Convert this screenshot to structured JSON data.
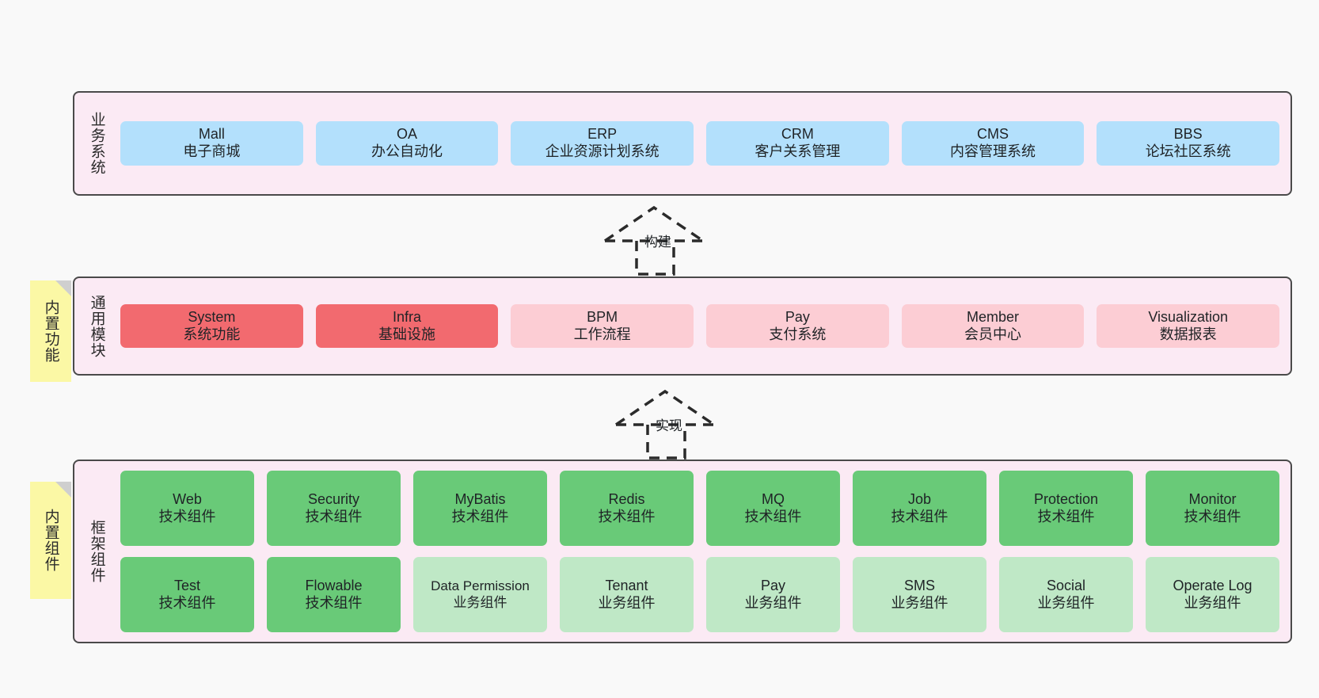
{
  "diagram": {
    "background_color": "#f9f9f9",
    "layer_fill": "#fbeaf4",
    "layer_border": "#4a4a4a"
  },
  "layers": [
    {
      "id": "business-systems",
      "title": "业务系统",
      "nodes": [
        {
          "en": "Mall",
          "cn": "电子商城",
          "color": "#b3e0fc",
          "style": "blue"
        },
        {
          "en": "OA",
          "cn": "办公自动化",
          "color": "#b3e0fc",
          "style": "blue"
        },
        {
          "en": "ERP",
          "cn": "企业资源计划系统",
          "color": "#b3e0fc",
          "style": "blue"
        },
        {
          "en": "CRM",
          "cn": "客户关系管理",
          "color": "#b3e0fc",
          "style": "blue"
        },
        {
          "en": "CMS",
          "cn": "内容管理系统",
          "color": "#b3e0fc",
          "style": "blue"
        },
        {
          "en": "BBS",
          "cn": "论坛社区系统",
          "color": "#b3e0fc",
          "style": "blue"
        }
      ]
    },
    {
      "id": "common-modules",
      "title": "通用模块",
      "sticky": "内置功能",
      "nodes": [
        {
          "en": "System",
          "cn": "系统功能",
          "color": "#f26a6f",
          "style": "red"
        },
        {
          "en": "Infra",
          "cn": "基础设施",
          "color": "#f26a6f",
          "style": "red"
        },
        {
          "en": "BPM",
          "cn": "工作流程",
          "color": "#fccdd4",
          "style": "pink"
        },
        {
          "en": "Pay",
          "cn": "支付系统",
          "color": "#fccdd4",
          "style": "pink"
        },
        {
          "en": "Member",
          "cn": "会员中心",
          "color": "#fccdd4",
          "style": "pink"
        },
        {
          "en": "Visualization",
          "cn": "数据报表",
          "color": "#fccdd4",
          "style": "pink"
        }
      ]
    },
    {
      "id": "framework-components",
      "title": "框架组件",
      "sticky": "内置组件",
      "rows": [
        [
          {
            "en": "Web",
            "cn": "技术组件",
            "color": "#69ca78",
            "style": "green"
          },
          {
            "en": "Security",
            "cn": "技术组件",
            "color": "#69ca78",
            "style": "green"
          },
          {
            "en": "MyBatis",
            "cn": "技术组件",
            "color": "#69ca78",
            "style": "green"
          },
          {
            "en": "Redis",
            "cn": "技术组件",
            "color": "#69ca78",
            "style": "green"
          },
          {
            "en": "MQ",
            "cn": "技术组件",
            "color": "#69ca78",
            "style": "green"
          },
          {
            "en": "Job",
            "cn": "技术组件",
            "color": "#69ca78",
            "style": "green"
          },
          {
            "en": "Protection",
            "cn": "技术组件",
            "color": "#69ca78",
            "style": "green"
          },
          {
            "en": "Monitor",
            "cn": "技术组件",
            "color": "#69ca78",
            "style": "green"
          }
        ],
        [
          {
            "en": "Test",
            "cn": "技术组件",
            "color": "#69ca78",
            "style": "green"
          },
          {
            "en": "Flowable",
            "cn": "技术组件",
            "color": "#69ca78",
            "style": "green"
          },
          {
            "en": "Data Permission",
            "cn": "业务组件",
            "color": "#bfe8c6",
            "style": "lightgreen"
          },
          {
            "en": "Tenant",
            "cn": "业务组件",
            "color": "#bfe8c6",
            "style": "lightgreen"
          },
          {
            "en": "Pay",
            "cn": "业务组件",
            "color": "#bfe8c6",
            "style": "lightgreen"
          },
          {
            "en": "SMS",
            "cn": "业务组件",
            "color": "#bfe8c6",
            "style": "lightgreen"
          },
          {
            "en": "Social",
            "cn": "业务组件",
            "color": "#bfe8c6",
            "style": "lightgreen"
          },
          {
            "en": "Operate Log",
            "cn": "业务组件",
            "color": "#bfe8c6",
            "style": "lightgreen"
          }
        ]
      ]
    }
  ],
  "connectors": [
    {
      "id": "build",
      "label": "构建"
    },
    {
      "id": "implement",
      "label": "实现"
    }
  ]
}
